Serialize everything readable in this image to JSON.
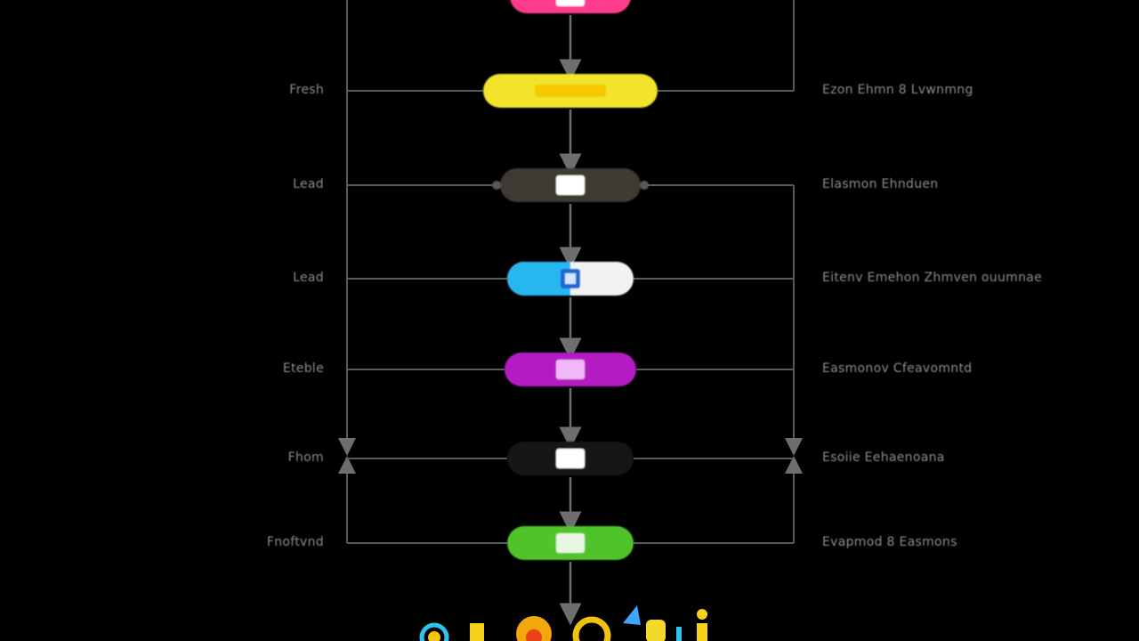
{
  "diagram": {
    "title": "",
    "line_color": "#5a5a5a",
    "arrow_color": "#6e6e6e",
    "nodes": [
      {
        "id": "n0",
        "fill": "#ff3a8c",
        "accent": "#ffffff",
        "left_label": "",
        "right_label": ""
      },
      {
        "id": "n1",
        "fill": "#f2e42a",
        "accent": "#f4c400",
        "left_label": "Fresh",
        "right_label": "Ezon Ehmn 8 Lvwnmng"
      },
      {
        "id": "n2",
        "fill": "#3d3b30",
        "accent": "#ffffff",
        "left_label": "Lead",
        "right_label": "Elasmon Ehnduen"
      },
      {
        "id": "n3",
        "fill": "#25b6f0",
        "fill2": "#f2f2f2",
        "accent": "#1a66d6",
        "left_label": "Lead",
        "right_label": "Eitenv Emehon Zhmven ouumnae"
      },
      {
        "id": "n4",
        "fill": "#b21fc2",
        "accent": "#f0b8f8",
        "left_label": "Eteble",
        "right_label": "Easmonov Cfeavomntd"
      },
      {
        "id": "n5",
        "fill": "#121212",
        "accent": "#ffffff",
        "left_label": "Fhom",
        "right_label": "Esoiie Eehaenoana"
      },
      {
        "id": "n6",
        "fill": "#4fc42a",
        "accent": "#e8f5e0",
        "left_label": "Fnoftvnd",
        "right_label": "Evapmod 8 Easmons"
      }
    ],
    "footer_art": "colorful-logo-art"
  }
}
